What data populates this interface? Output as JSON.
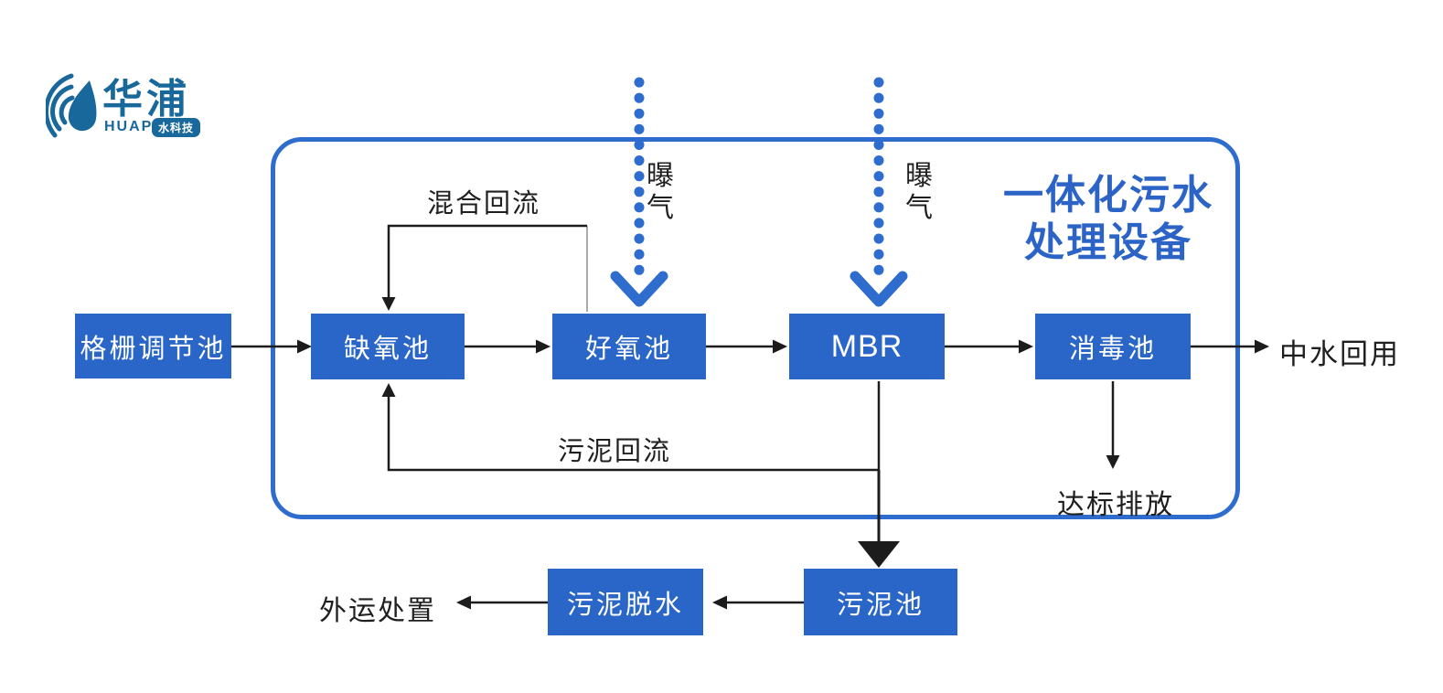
{
  "logo": {
    "name": "华浦",
    "latin": "HUAPU",
    "tagline": "水科技"
  },
  "title": {
    "line1": "一体化污水",
    "line2": "处理设备"
  },
  "boxes": [
    {
      "id": "grid-regulating-pool",
      "label": "格栅调节池"
    },
    {
      "id": "anoxic-pool",
      "label": "缺氧池"
    },
    {
      "id": "aerobic-pool",
      "label": "好氧池"
    },
    {
      "id": "mbr",
      "label": "MBR"
    },
    {
      "id": "disinfection-pool",
      "label": "消毒池"
    },
    {
      "id": "sludge-pool",
      "label": "污泥池"
    },
    {
      "id": "sludge-dewatering",
      "label": "污泥脱水"
    }
  ],
  "labels": {
    "mixed_reflux": "混合回流",
    "aeration_1": "曝气",
    "aeration_2": "曝气",
    "sludge_reflux": "污泥回流",
    "reclaimed_water": "中水回用",
    "standard_discharge": "达标排放",
    "outward_disposal": "外运处置"
  },
  "colors": {
    "box_blue": "#2a66c7",
    "accent_blue": "#2e6ccd",
    "title_blue": "#2b63c6",
    "logo_blue": "#19689b",
    "arrow_black": "#1c1c1c"
  }
}
